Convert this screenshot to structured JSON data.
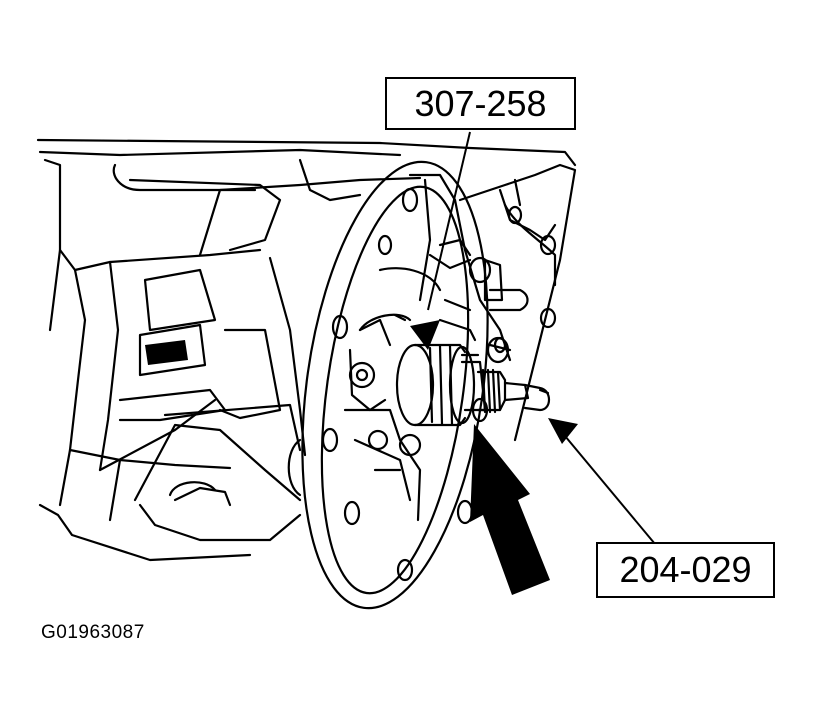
{
  "callouts": {
    "tool_top": "307-258",
    "tool_right": "204-029"
  },
  "figure_id": "G01963087",
  "colors": {
    "ink": "#000000",
    "paper": "#ffffff"
  }
}
